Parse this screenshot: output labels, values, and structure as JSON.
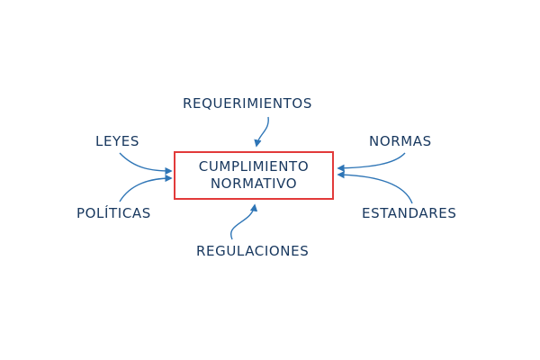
{
  "diagram": {
    "center": {
      "line1": "CUMPLIMIENTO",
      "line2": "NORMATIVO"
    },
    "nodes": {
      "requerimientos": "REQUERIMIENTOS",
      "leyes": "LEYES",
      "normas": "NORMAS",
      "politicas": "POLÍTICAS",
      "estandares": "ESTANDARES",
      "regulaciones": "REGULACIONES"
    },
    "colors": {
      "text": "#17375e",
      "arrow": "#2e75b6",
      "center_border": "#e23a3a"
    }
  }
}
